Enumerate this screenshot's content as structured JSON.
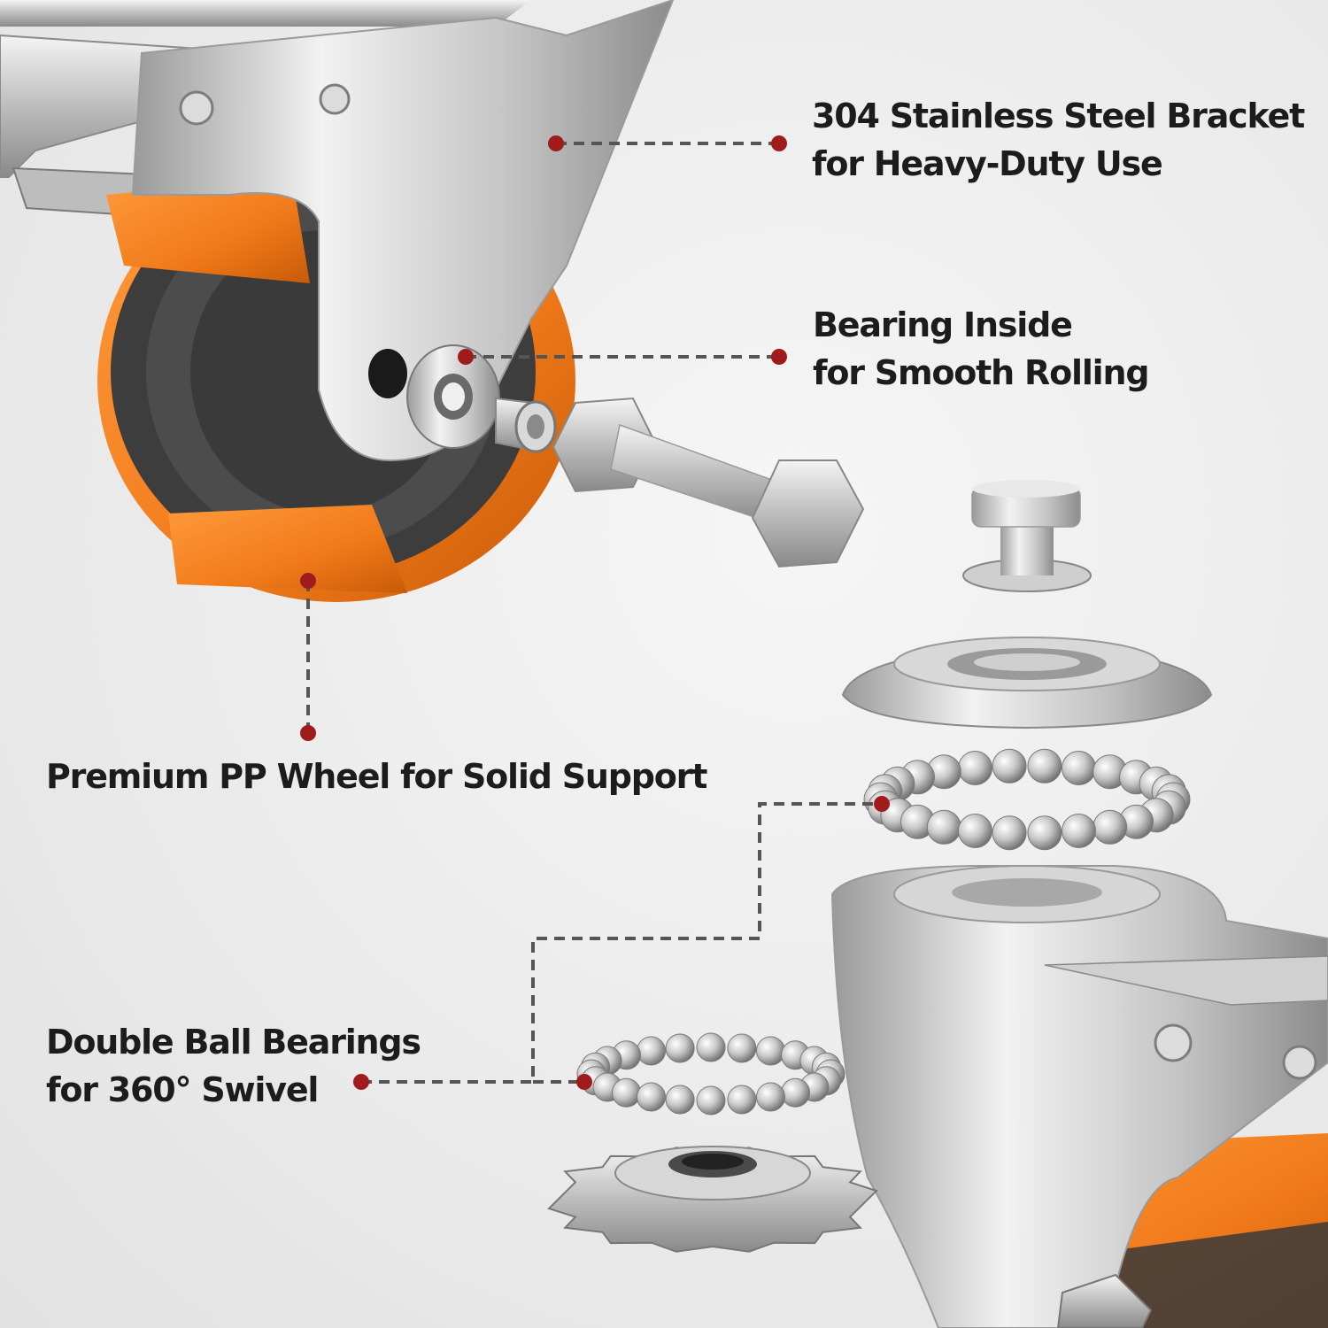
{
  "callouts": {
    "bracket": {
      "line1": "304 Stainless Steel Bracket",
      "line2": "for Heavy-Duty Use"
    },
    "bearing": {
      "line1": "Bearing Inside",
      "line2": "for Smooth Rolling"
    },
    "wheel": {
      "line1": "Premium PP Wheel for Solid Support"
    },
    "swivel": {
      "line1": "Double Ball Bearings",
      "line2": "for 360° Swivel"
    }
  },
  "colors": {
    "accent_dot": "#a01c1c",
    "leader_line": "#555555",
    "wheel_orange": "#f07a1a",
    "wheel_tread": "#3a3a3a",
    "steel": "#c9c9c9",
    "text": "#1c1c1c"
  }
}
